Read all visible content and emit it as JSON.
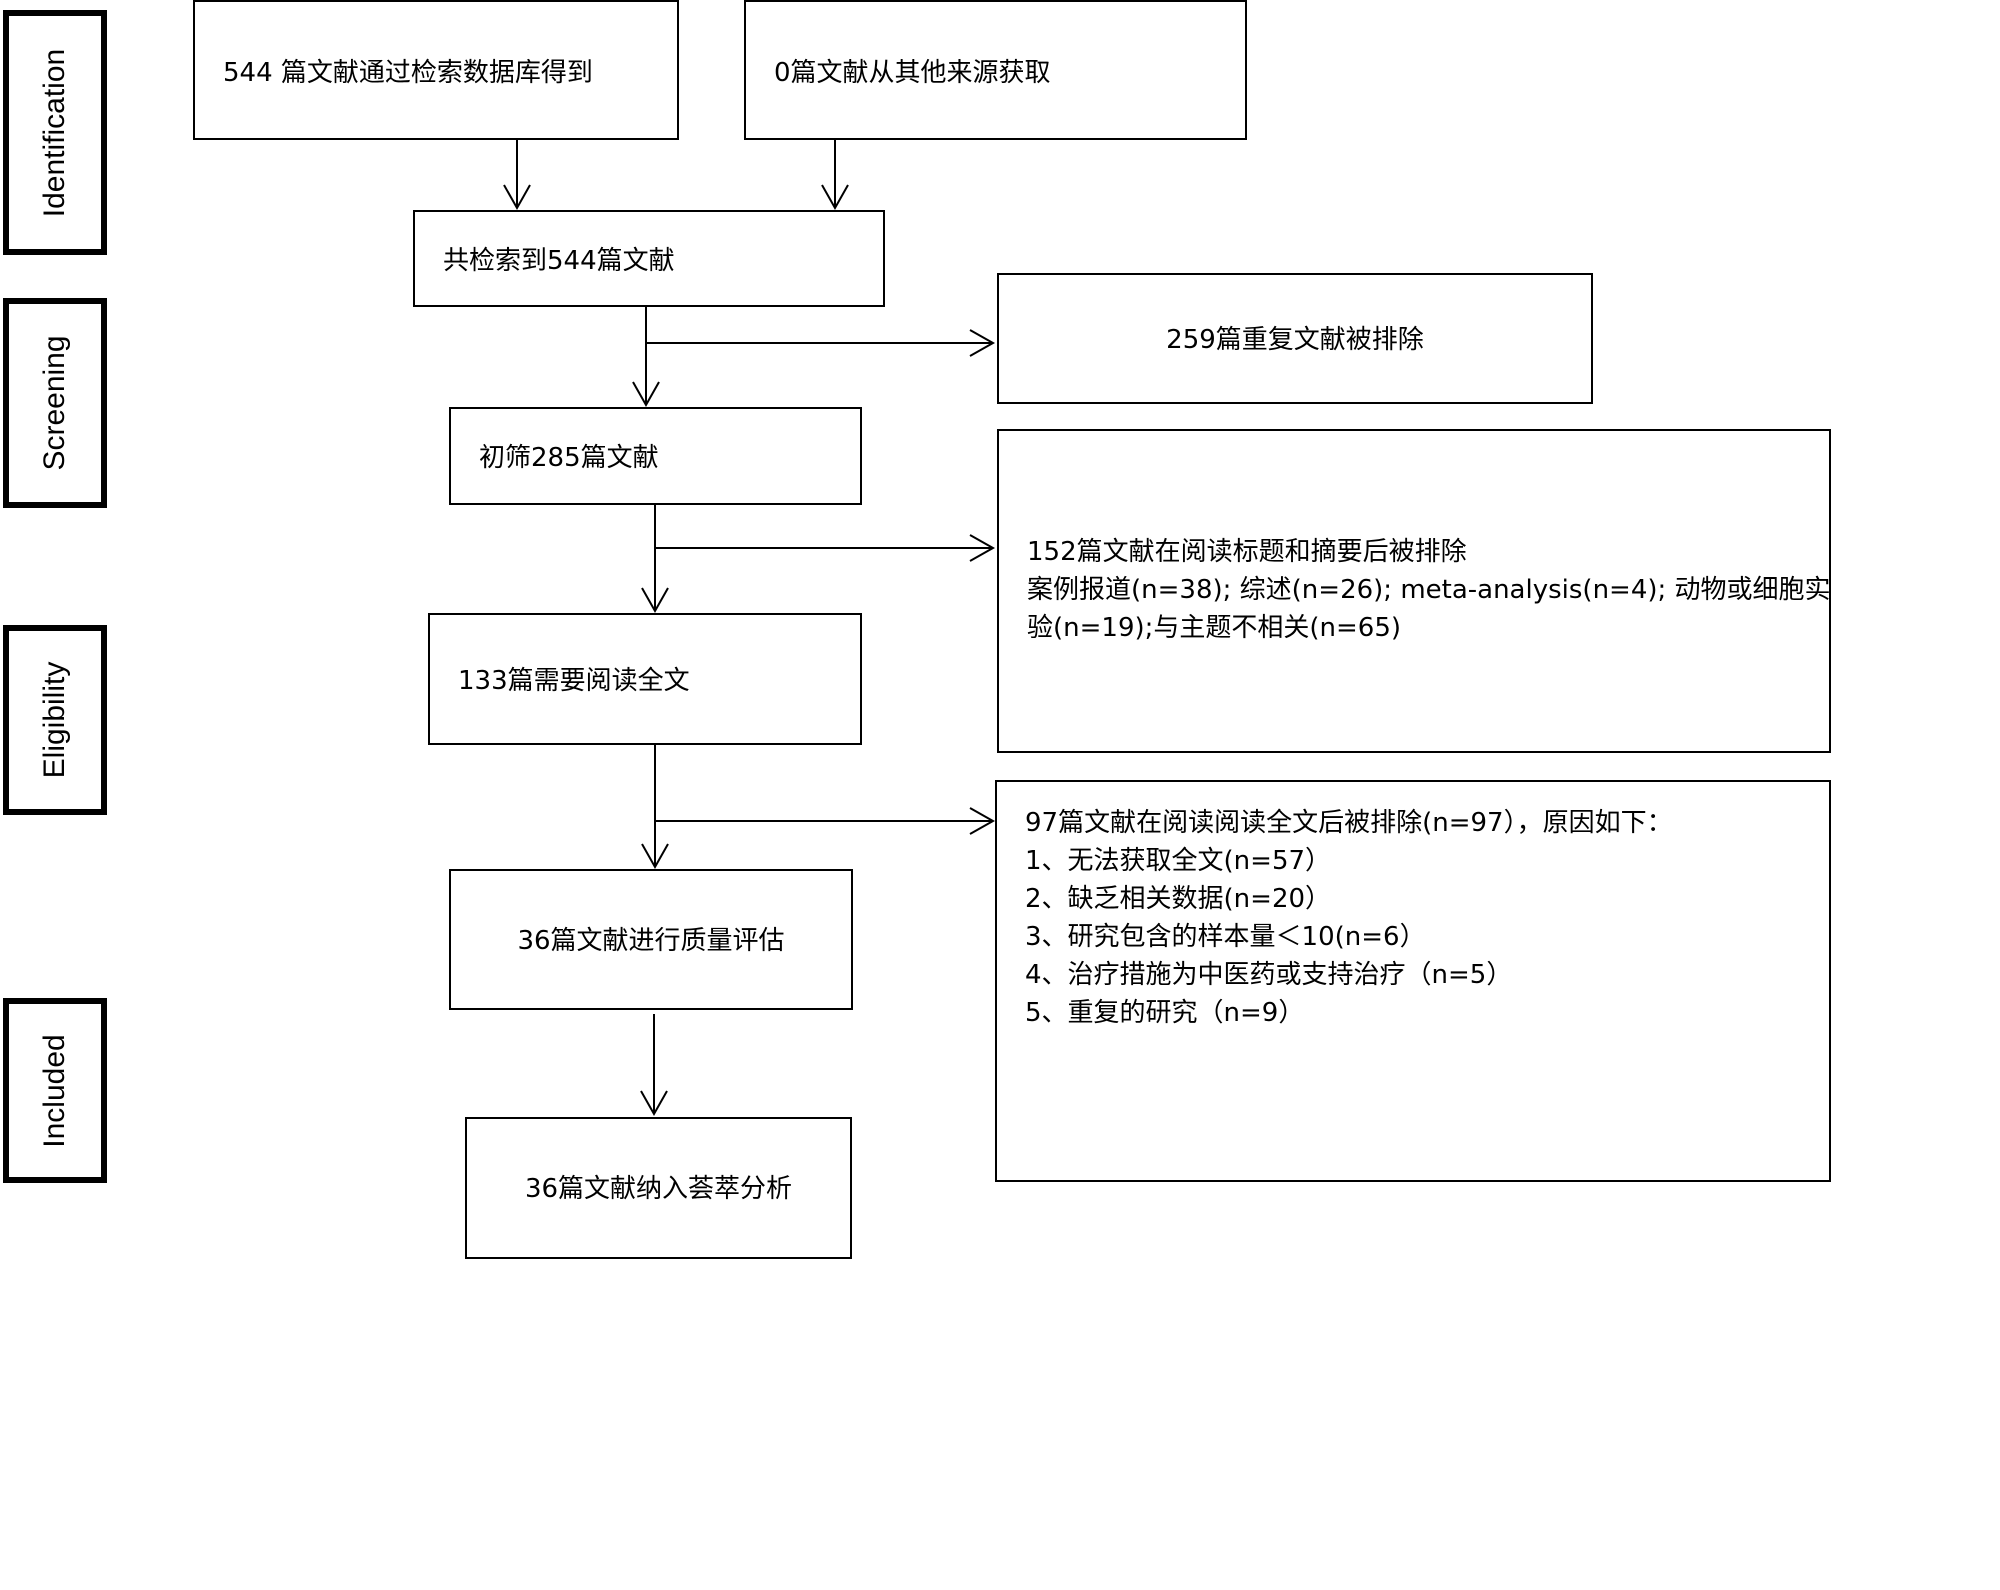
{
  "stages": [
    "Identification",
    "Screening",
    "Eligibility",
    "Included"
  ],
  "boxes": {
    "database": "544 篇文献通过检索数据库得到",
    "other_sources": "0篇文献从其他来源获取",
    "total": "共检索到544篇文献",
    "duplicates_excluded": "259篇重复文献被排除",
    "screened": "初筛285篇文献",
    "title_abstract_excluded": {
      "line1": "152篇文献在阅读标题和摘要后被排除",
      "line2": "案例报道(n=38); 综述(n=26); meta-analysis(n=4); 动物或细胞实",
      "line3": "验(n=19);与主题不相关(n=65)"
    },
    "full_text": "133篇需要阅读全文",
    "full_text_excluded": {
      "header": "97篇文献在阅读阅读全文后被排除(n=97），原因如下：",
      "reasons": [
        "1、无法获取全文(n=57）",
        "2、缺乏相关数据(n=20）",
        "3、研究包含的样本量＜10(n=6）",
        "4、治疗措施为中医药或支持治疗（n=5）",
        "5、重复的研究（n=9）"
      ]
    },
    "quality_assessed": "36篇文献进行质量评估",
    "included": "36篇文献纳入荟萃分析"
  }
}
